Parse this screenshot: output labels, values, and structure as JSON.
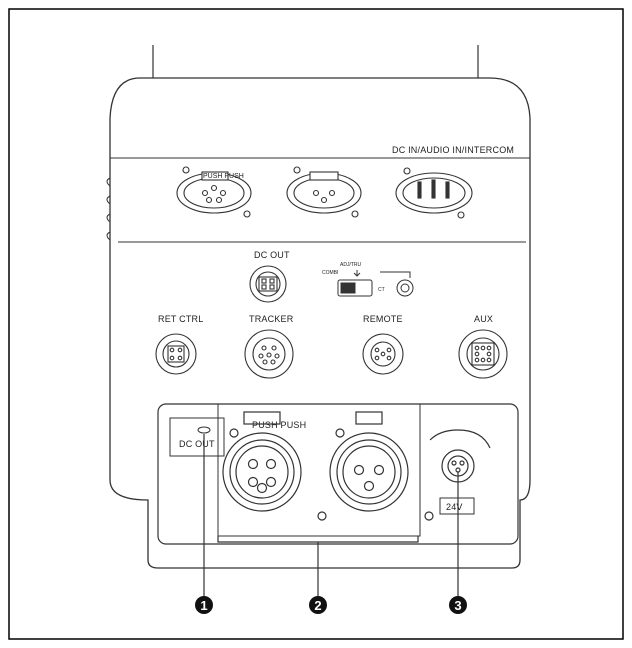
{
  "labels": {
    "dc_in_audio_intercom": "DC IN/AUDIO IN/INTERCOM",
    "push_top": "PUSH  PUSH",
    "dc_out": "DC OUT",
    "switch_top": "ADJ/TRU",
    "switch_left": "COMBI",
    "switch_right": "CT",
    "ret_ctrl": "RET CTRL",
    "tracker": "TRACKER",
    "remote": "REMOTE",
    "aux": "AUX",
    "dc_out_bottom": "DC OUT",
    "push_bottom": "PUSH  PUSH",
    "v24": "24V"
  },
  "callouts": [
    "1",
    "2",
    "3"
  ],
  "colors": {
    "line": "#333333",
    "panel": "#ffffff",
    "frame": "#000000",
    "callout": "#111111"
  }
}
